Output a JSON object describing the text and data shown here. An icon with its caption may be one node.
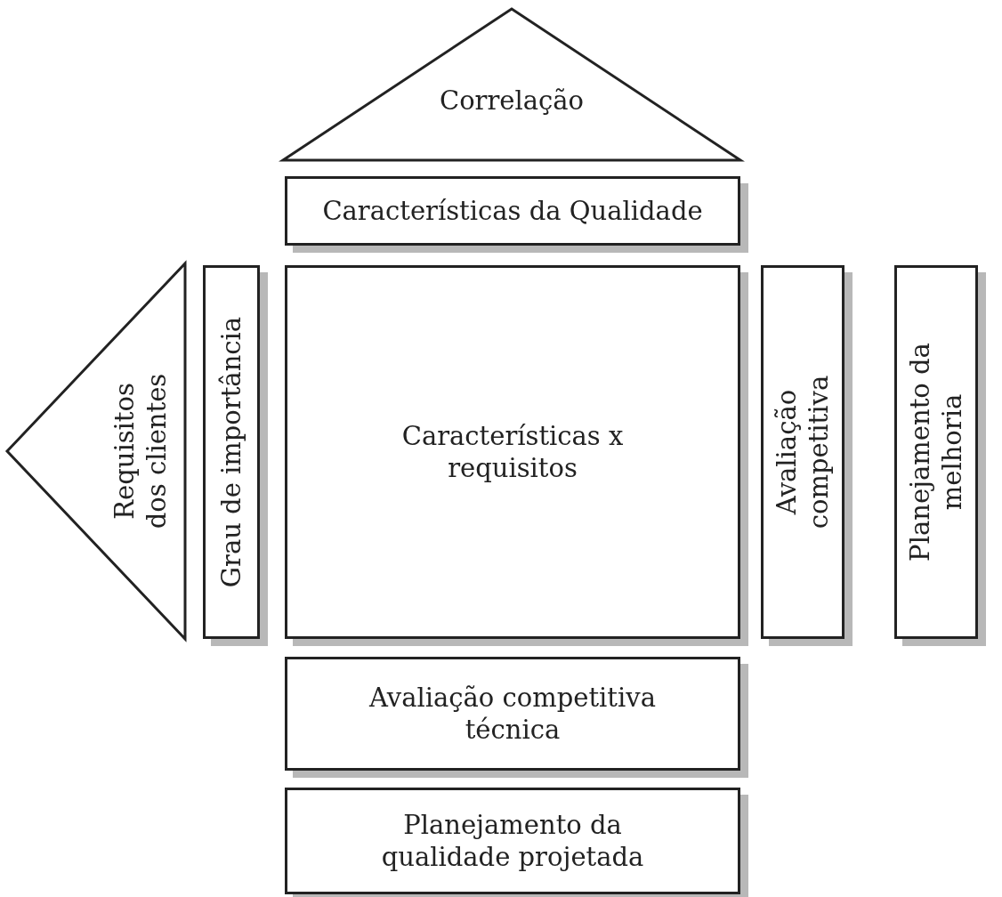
{
  "diagram": {
    "nodes": [
      {
        "text": [
          "Correlação"
        ]
      },
      {
        "text": [
          "Características da Qualidade"
        ]
      },
      {
        "text": [
          "Requisitos dos clientes"
        ]
      },
      {
        "text": [
          "Grau de importância"
        ]
      },
      {
        "text": [
          "Características x requisitos"
        ]
      },
      {
        "text": [
          "Avaliação competitiva"
        ]
      },
      {
        "text": [
          "Planejamento da melhoria"
        ]
      },
      {
        "text": [
          "Avaliação competitiva técnica"
        ]
      },
      {
        "text": [
          "Planejamento da qualidade projetada"
        ]
      }
    ]
  }
}
